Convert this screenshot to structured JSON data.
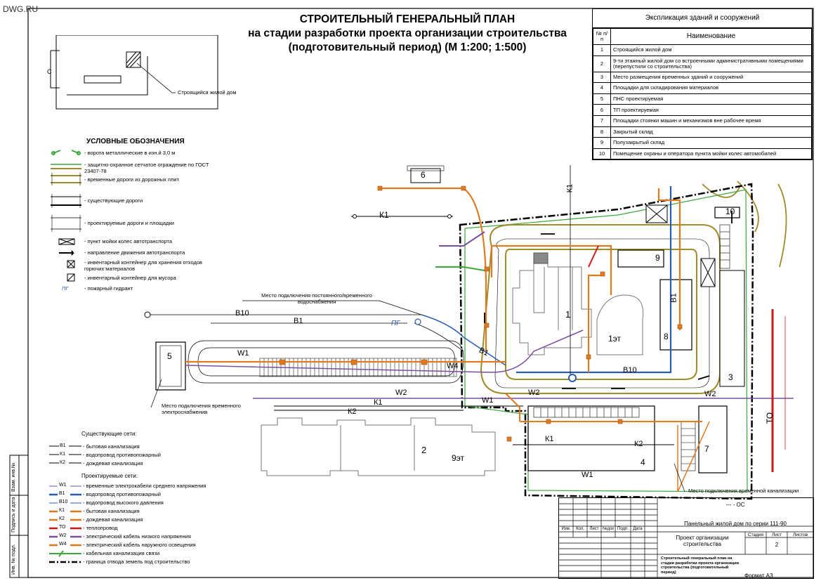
{
  "watermark": "DWG.RU",
  "title": {
    "line1": "СТРОИТЕЛЬНЫЙ ГЕНЕРАЛЬНЫЙ ПЛАН",
    "line2": "на стадии разработки проекта организации строительства",
    "line3": "(подготовительный период) (М 1:200; 1:500)"
  },
  "key_plan": {
    "label": "Строящийся жилой дом",
    "letter": "С"
  },
  "explication": {
    "title": "Экспликация зданий и сооружений",
    "col_no": "№ п/п",
    "col_name": "Наименование",
    "rows": [
      {
        "no": "1",
        "name": "Строящийся жилой дом"
      },
      {
        "no": "2",
        "name": "9-ти этажный жилой дом со встроенными административными помещениями (перепустили со строительства)"
      },
      {
        "no": "3",
        "name": "Место размещения временных зданий и сооружений"
      },
      {
        "no": "4",
        "name": "Площадки для складирования материалов"
      },
      {
        "no": "5",
        "name": "ПНС проектируемая"
      },
      {
        "no": "6",
        "name": "ТП проектируемая"
      },
      {
        "no": "7",
        "name": "Площадки стоянки машин и механизмов вне рабочее время"
      },
      {
        "no": "8",
        "name": "Закрытый склад"
      },
      {
        "no": "9",
        "name": "Полузакрытый склад"
      },
      {
        "no": "10",
        "name": "Помещение охраны и оператора пункта мойки колес автомобилей"
      }
    ]
  },
  "legend": {
    "title": "УСЛОВНЫЕ ОБОЗНАЧЕНИЯ",
    "items": [
      "- ворота металлические в изн.й 3,0 м",
      "- защитно-охранное сетчатое ограждение по ГОСТ 23407-78",
      "- временные дороги из дорожных плит",
      "- существующие дороги",
      "- проектируемые дороги и площадки",
      "- пункт мойки колес автотранспорта",
      "- направление движения автотранспорта",
      "- инвентарный контейнер для хранения отходов горючих материалов",
      "- инвентарный контейнер для мусора",
      "- пожарный гидрант"
    ],
    "hydrant_symbol": "ПГ"
  },
  "existing_nets": {
    "title": "Существующие сети:",
    "items": [
      {
        "code": "В1",
        "label": "- бытовая канализация",
        "color": "#000000"
      },
      {
        "code": "К1",
        "label": "- водопровод противопожарный",
        "color": "#000000"
      },
      {
        "code": "К2",
        "label": "- дождевая канализация",
        "color": "#000000"
      }
    ]
  },
  "projected_nets": {
    "title": "Проектируемые сети:",
    "items": [
      {
        "code": "W1",
        "label": "- временные электрокабели среднего напряжения",
        "color": "#7a4fa0"
      },
      {
        "code": "В1",
        "label": "- водопровод противопожарный",
        "color": "#2a5db0"
      },
      {
        "code": "В10",
        "label": "- водопровод высокого давления",
        "color": "#2a5db0"
      },
      {
        "code": "К1",
        "label": "- бытовая канализация",
        "color": "#e07a20"
      },
      {
        "code": "К2",
        "label": "- дождевая канализация",
        "color": "#e07a20"
      },
      {
        "code": "ТО",
        "label": "- теплопровод",
        "color": "#d01818"
      },
      {
        "code": "W2",
        "label": "- электрический кабель низкого напряжения",
        "color": "#7a4fa0"
      },
      {
        "code": "W4",
        "label": "- электрический кабель наружного освещения",
        "color": "#e07a20"
      },
      {
        "code": "",
        "label": "- кабельная канализация связи",
        "color": "#3aa83a"
      },
      {
        "code": "",
        "label": "- граница отвода земель под строительство",
        "color": "#000000"
      }
    ]
  },
  "plan_labels": {
    "b1": "1",
    "b1_floors": "1эт",
    "b2": "2",
    "b2_floors": "9эт",
    "b3": "3",
    "b4": "4",
    "b5": "5",
    "b6": "6",
    "b7": "7",
    "b8": "8",
    "b9": "9",
    "b10": "10",
    "conn_water": "Место подключения постоянного/временного водоснабжения",
    "conn_power": "Место подключения временного электроснабжения",
    "conn_sewer": "Место подключения временной канализации",
    "net_K1": "К1",
    "net_K2": "К2",
    "net_B1": "В1",
    "net_B10": "В10",
    "net_W1": "W1",
    "net_W2": "W2",
    "net_W4": "W4",
    "net_TO": "ТО",
    "net_PG": "ПГ"
  },
  "title_block": {
    "code": "--- - ОС",
    "object": "Панельный жилой дом по серии 111-90",
    "stage_h": "Стадия",
    "sheet_h": "Лист",
    "sheets_h": "Листов",
    "sheet_no": "2",
    "doc_name": "Проект организации строительства",
    "drawing_name": "Строительный генеральный план на стадии разработки проекта организации строительства (подготовительный период)",
    "cols": [
      "Изм.",
      "Кол.",
      "Лист",
      "№док",
      "Подп.",
      "Дата"
    ],
    "format": "Формат А3",
    "side_stamps": [
      "Взам. инв.№",
      "Подпись и дата",
      "Инв. № подл."
    ]
  },
  "colors": {
    "orange": "#e07a20",
    "olive": "#a08a2a",
    "blue": "#2a5db0",
    "purple": "#7a4fa0",
    "green": "#3aa83a",
    "red": "#d01818"
  }
}
